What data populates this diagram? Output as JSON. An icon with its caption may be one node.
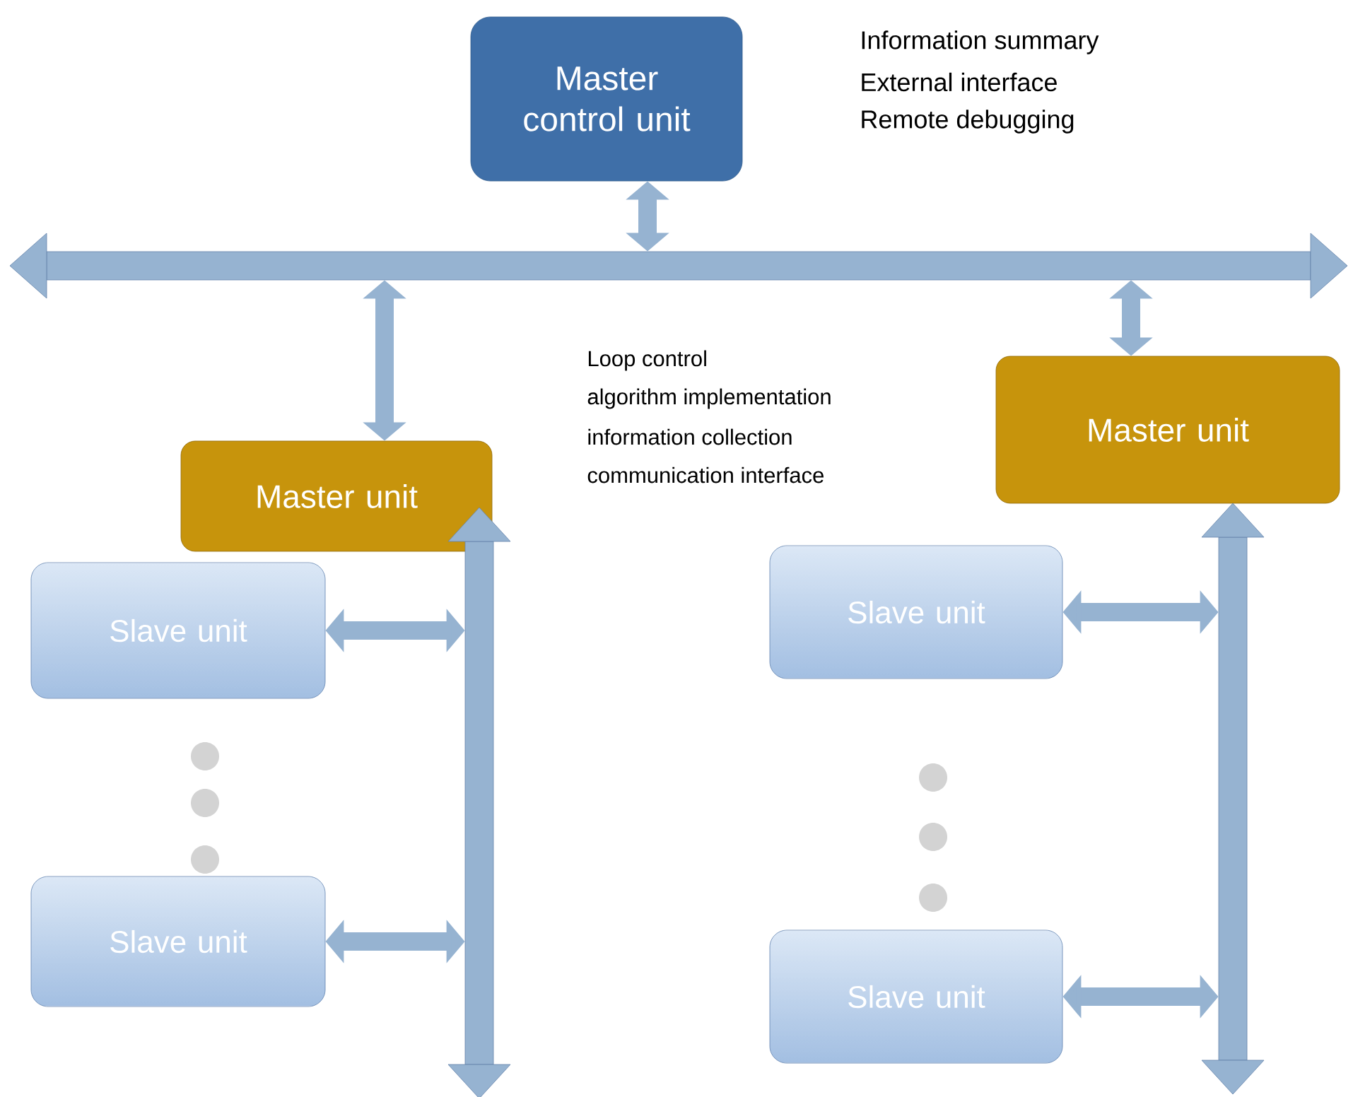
{
  "diagram": {
    "nodes": [
      {
        "text": [
          "Master control unit"
        ],
        "beside": [
          "Information summary",
          "External interface",
          "Remote debugging"
        ]
      },
      {
        "text": [],
        "shape": "bar"
      },
      {
        "text": [
          "Master unit"
        ]
      },
      {
        "text": [
          "Master unit"
        ]
      },
      {
        "text": [],
        "shape": "bar"
      },
      {
        "text": [],
        "shape": "bar"
      },
      {
        "text": [
          "Slave unit"
        ]
      },
      {
        "text": [
          "Slave unit"
        ]
      },
      {
        "text": [
          "Slave unit"
        ]
      },
      {
        "text": [
          "Slave unit"
        ]
      }
    ],
    "edges": [
      {
        "from": 0,
        "to": 1,
        "arrow": "both"
      },
      {
        "from": 1,
        "to": 2,
        "arrow": "both"
      },
      {
        "from": 1,
        "to": 3,
        "arrow": "both"
      },
      {
        "from": 6,
        "to": 4,
        "arrow": "both"
      },
      {
        "from": 7,
        "to": 4,
        "arrow": "both"
      },
      {
        "from": 8,
        "to": 5,
        "arrow": "both"
      },
      {
        "from": 9,
        "to": 5,
        "arrow": "both"
      }
    ],
    "labels": [
      "Loop control",
      "algorithm implementation",
      "information collection",
      "communication interface"
    ]
  }
}
